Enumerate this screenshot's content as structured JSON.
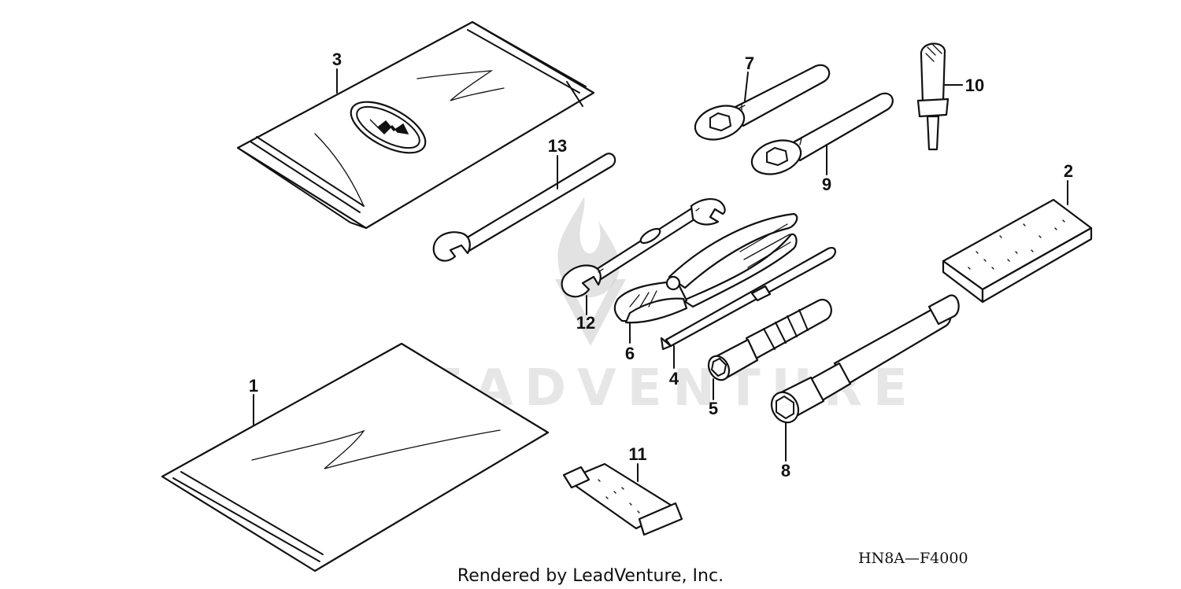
{
  "watermark": "LEADVENTURE",
  "diagram_code": "HN8A—F4000",
  "footer": "Rendered by LeadVenture, Inc.",
  "callouts": [
    "1",
    "2",
    "3",
    "4",
    "5",
    "6",
    "7",
    "8",
    "9",
    "10",
    "11",
    "12",
    "13"
  ],
  "colors": {
    "line": "#111111",
    "background": "#ffffff",
    "watermark": "#e6e6e6"
  }
}
